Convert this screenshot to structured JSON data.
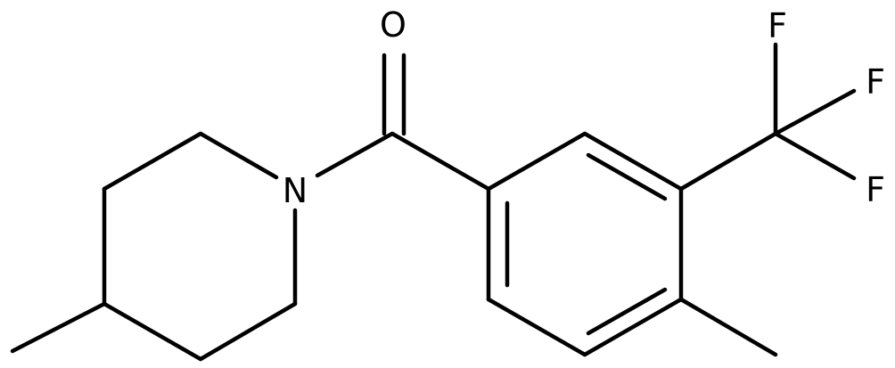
{
  "structure": {
    "atoms": {
      "oxygen": "O",
      "nitrogen": "N",
      "fluorine_1": "F",
      "fluorine_2": "F",
      "fluorine_3": "F"
    }
  }
}
